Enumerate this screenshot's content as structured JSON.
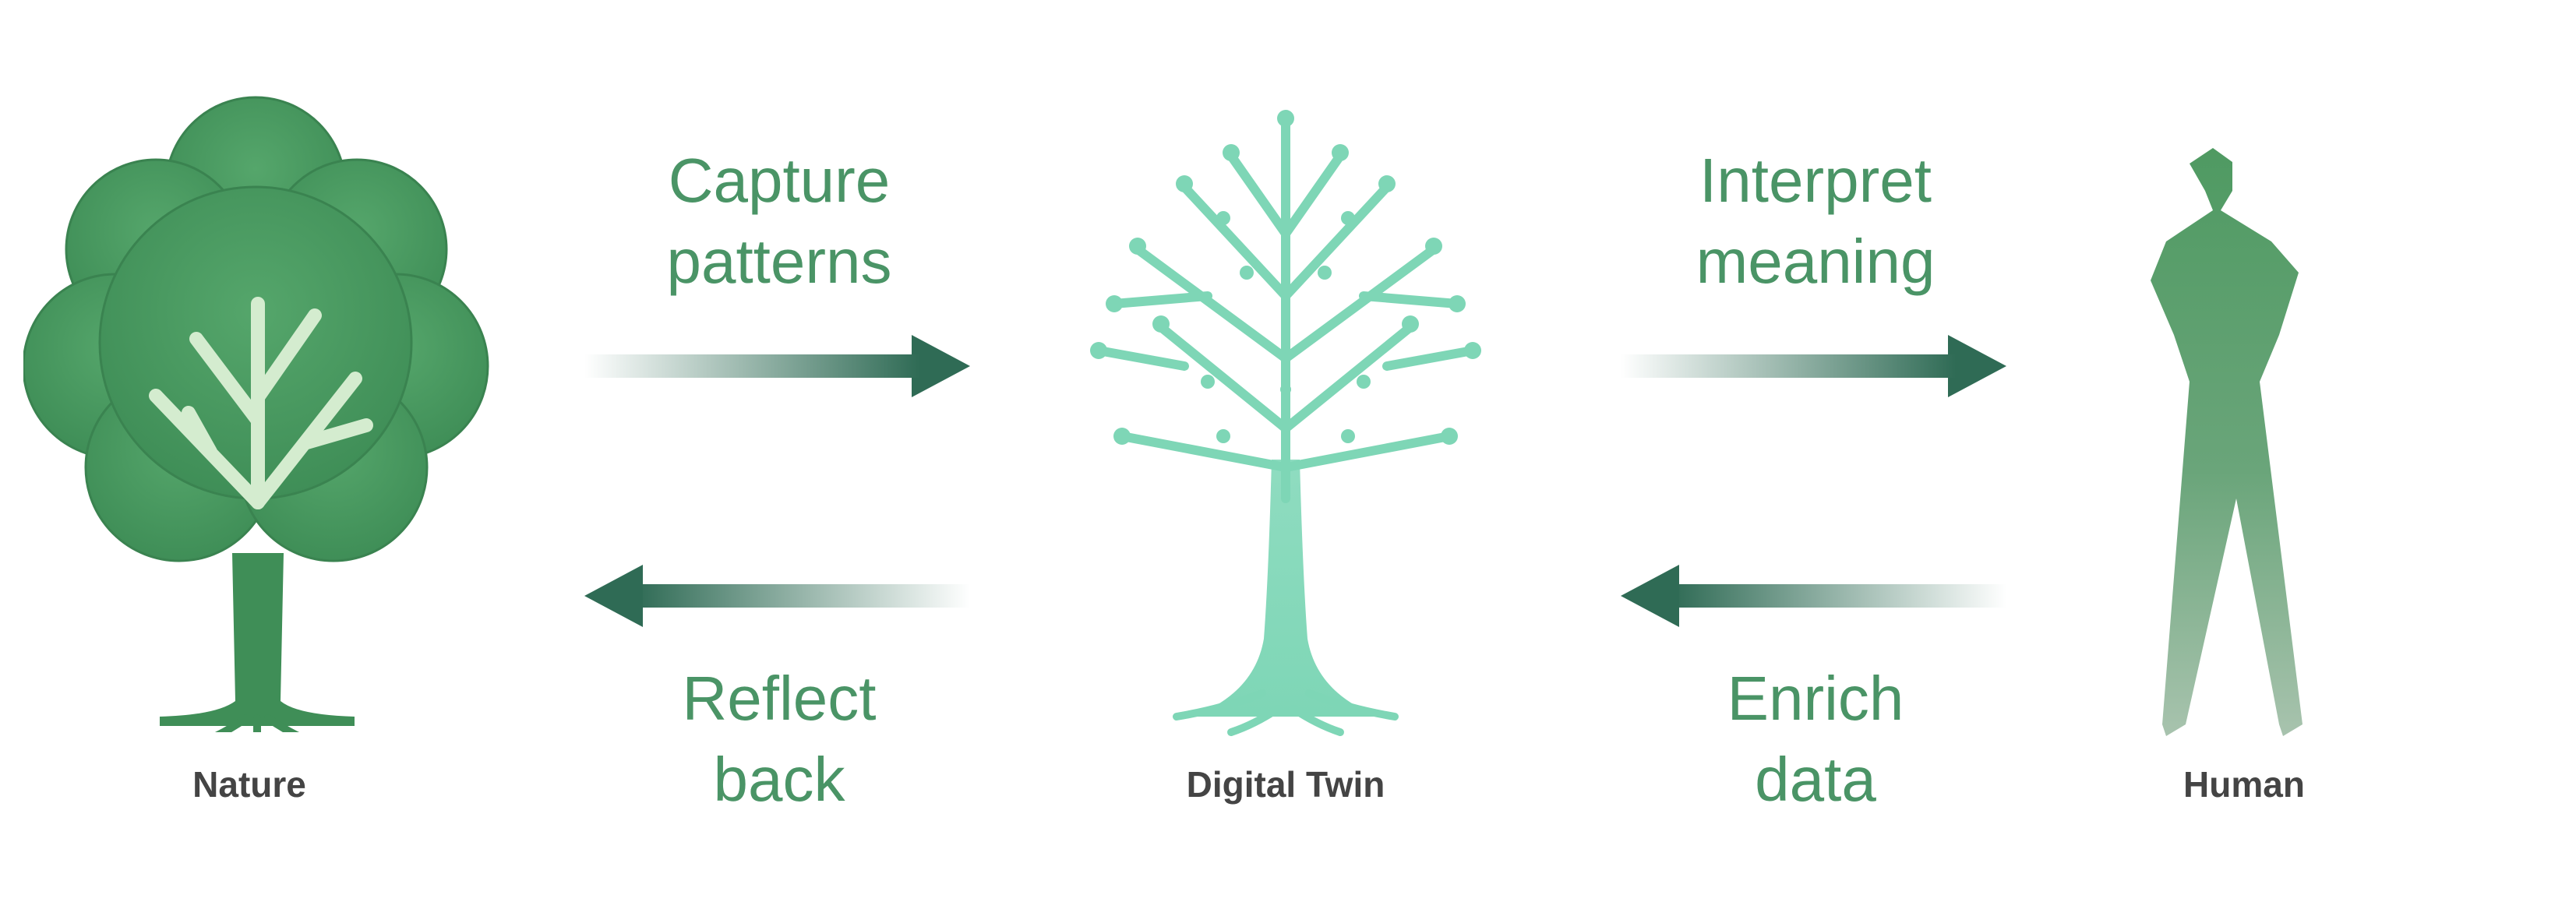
{
  "colors": {
    "nature_green": "#4a9b62",
    "nature_highlight": "#d4eccf",
    "twin_teal": "#7ed6b6",
    "human_green": "#5c9a6c",
    "arrow_dark": "#2f6b55",
    "label_green": "#4a9466",
    "node_label_gray": "#444444"
  },
  "nodes": {
    "nature": {
      "label": "Nature",
      "icon": "tree-icon"
    },
    "twin": {
      "label": "Digital Twin",
      "icon": "digital-tree-icon"
    },
    "human": {
      "label": "Human",
      "icon": "human-silhouette-icon"
    }
  },
  "edges": {
    "capture": {
      "line1": "Capture",
      "line2": "patterns",
      "direction": "right"
    },
    "reflect": {
      "line1": "Reflect",
      "line2": "back",
      "direction": "left"
    },
    "interpret": {
      "line1": "Interpret",
      "line2": "meaning",
      "direction": "right"
    },
    "enrich": {
      "line1": "Enrich",
      "line2": "data",
      "direction": "left"
    }
  }
}
